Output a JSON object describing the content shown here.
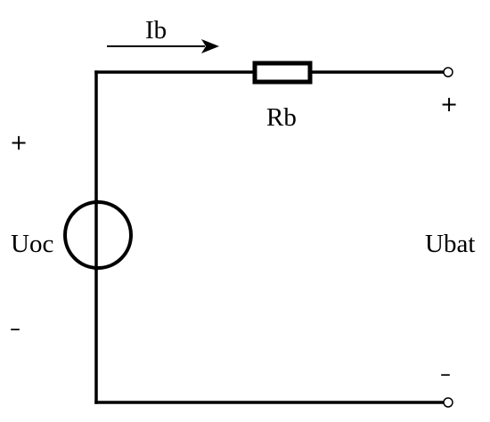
{
  "diagram": {
    "current_label": "Ib",
    "resistor_label": "Rb",
    "source_label": "Uoc",
    "terminal_label": "Ubat",
    "source_plus": "+",
    "source_minus": "–",
    "terminal_plus": "+",
    "terminal_minus": "–"
  },
  "colors": {
    "line": "#000000",
    "background": "#ffffff"
  }
}
